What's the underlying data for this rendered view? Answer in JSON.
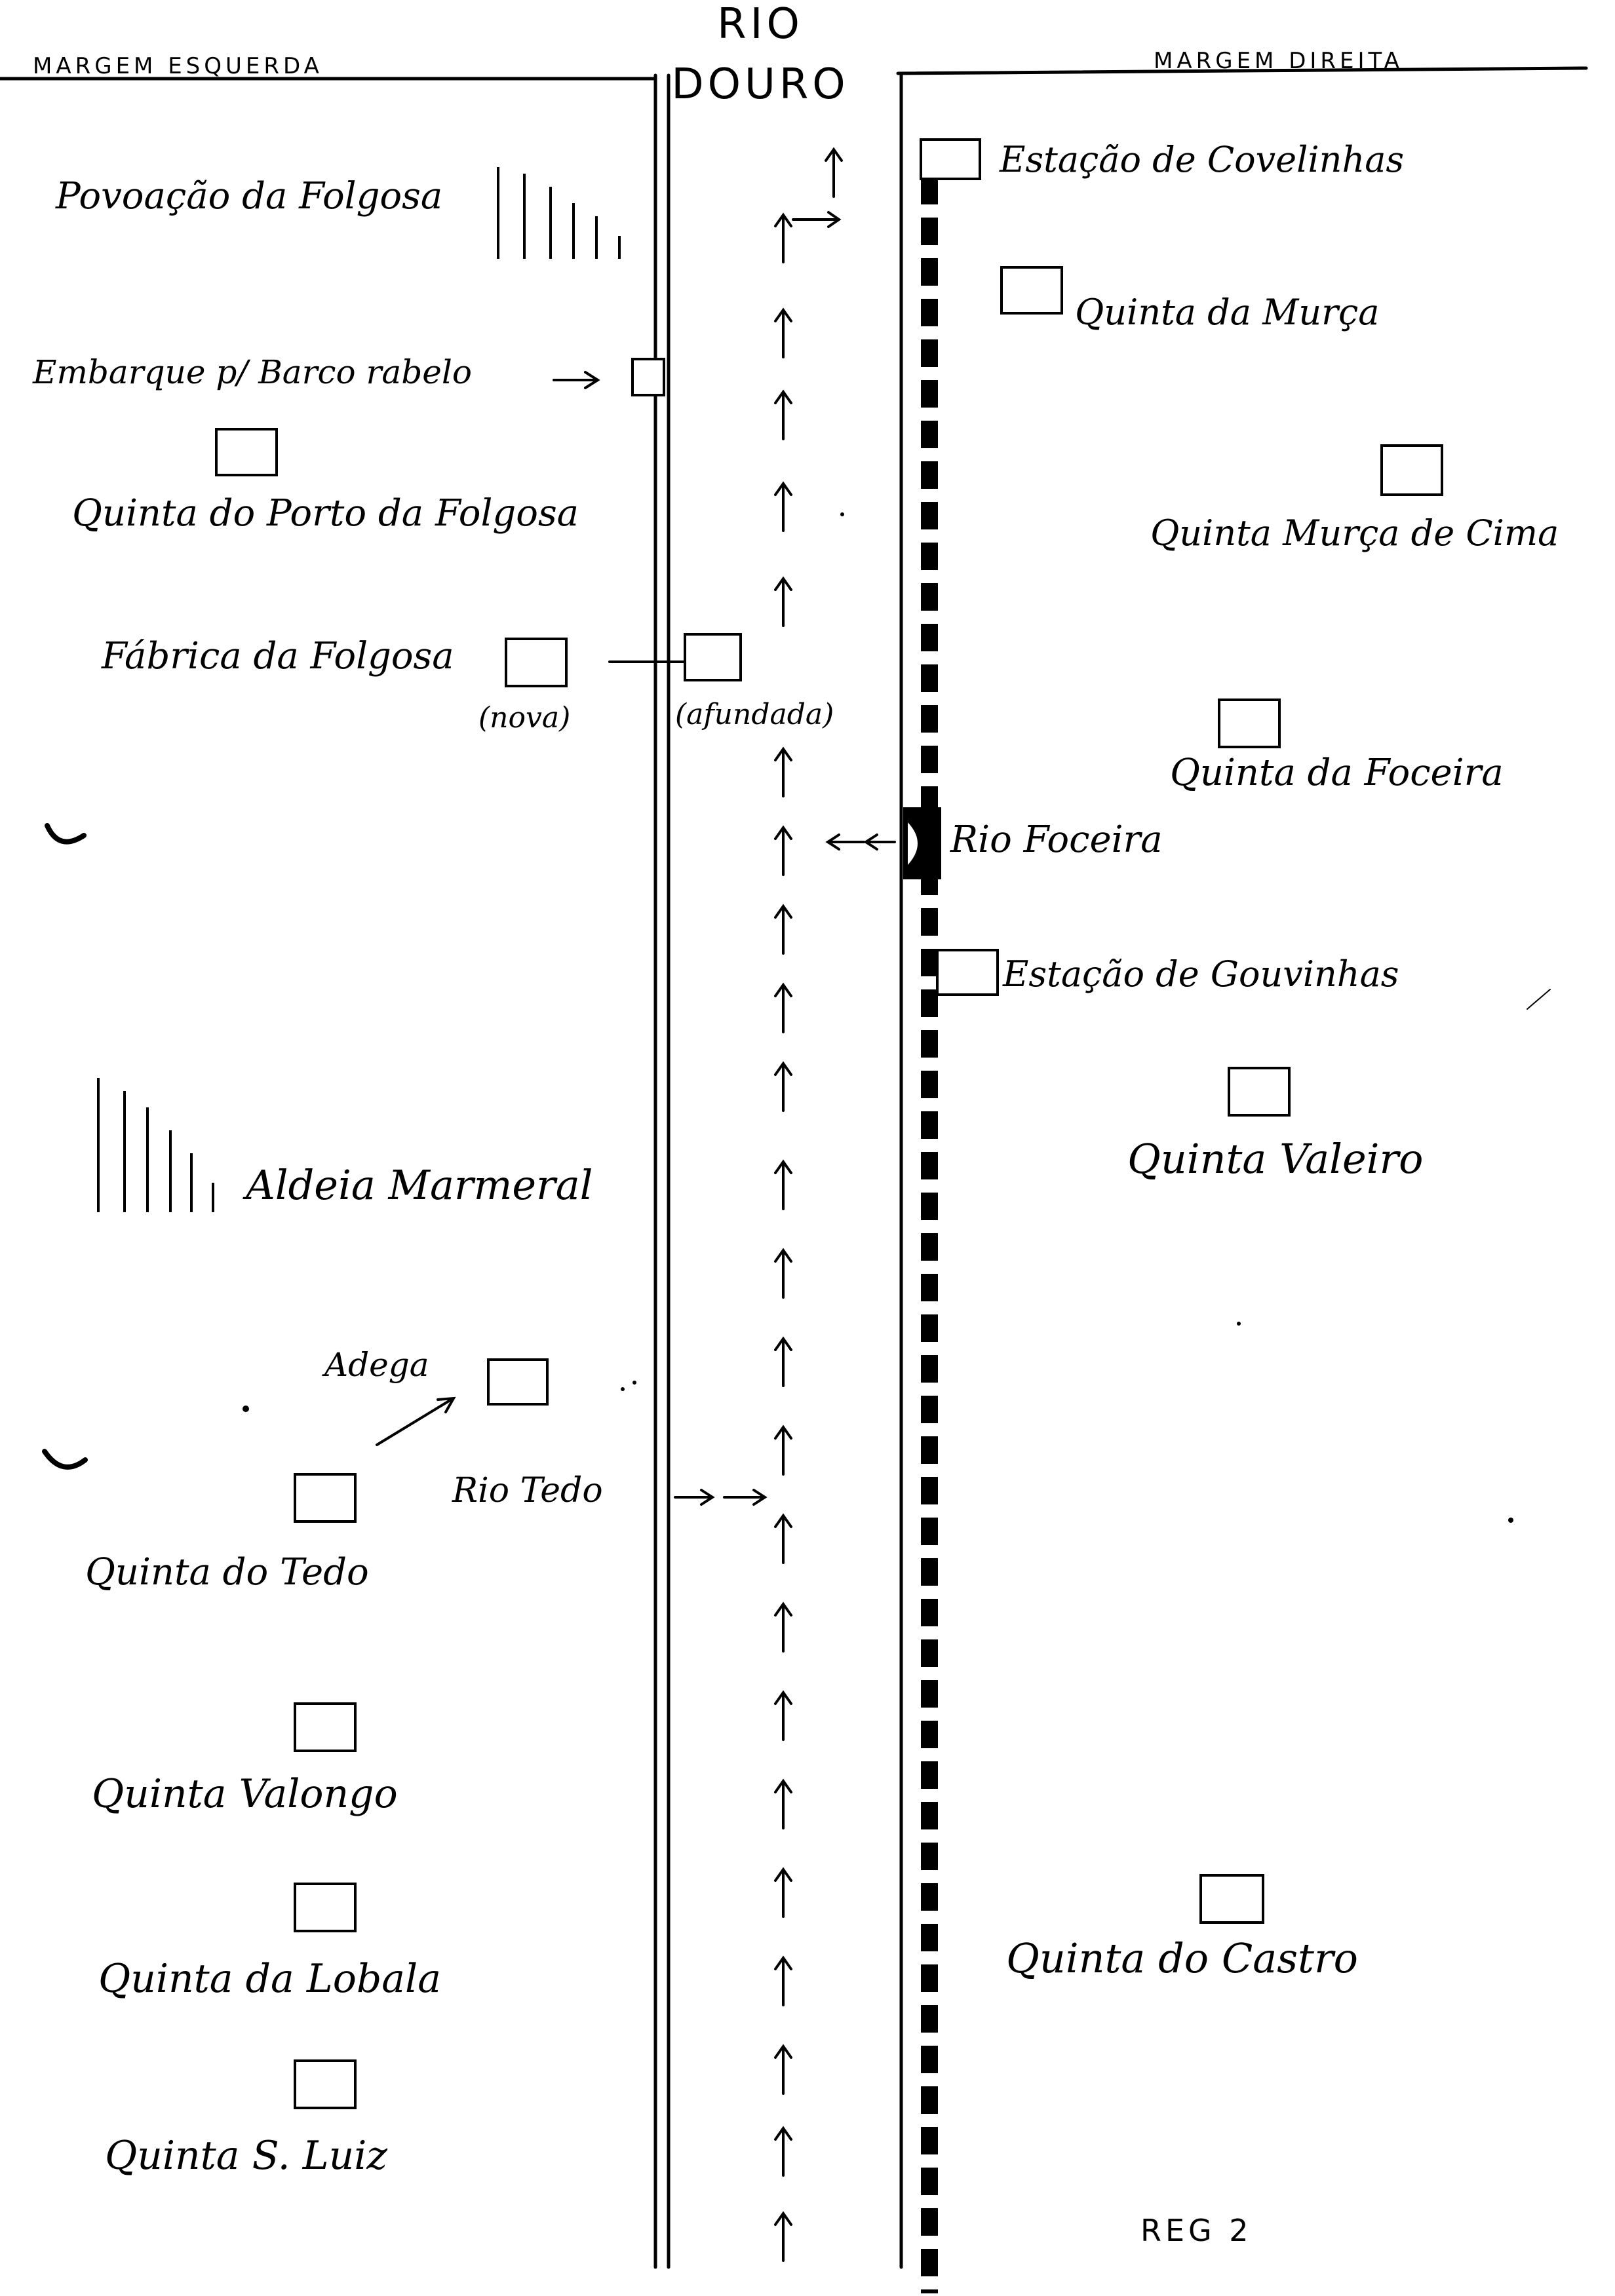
{
  "river": {
    "title_line1": "RIO",
    "title_line2": "DOURO"
  },
  "banks": {
    "left": "MARGEM ESQUERDA",
    "right": "MARGEM DIREITA"
  },
  "left_places": [
    {
      "label": "Povoação da Folgosa"
    },
    {
      "label": "Embarque p/ Barco rabelo"
    },
    {
      "label": "Quinta do Porto da Folgosa"
    },
    {
      "label": "Fábrica da Folgosa"
    },
    {
      "label": "(nova)"
    },
    {
      "label": "(afundada)"
    },
    {
      "label": "Aldeia Marmeral"
    },
    {
      "label": "Adega"
    },
    {
      "label": "Rio Tedo"
    },
    {
      "label": "Quinta do Tedo"
    },
    {
      "label": "Quinta Valongo"
    },
    {
      "label": "Quinta da Lobala"
    },
    {
      "label": "Quinta S. Luiz"
    }
  ],
  "right_places": [
    {
      "label": "Estação de Covelinhas"
    },
    {
      "label": "Quinta da Murça"
    },
    {
      "label": "Quinta Murça de Cima"
    },
    {
      "label": "Quinta da Foceira"
    },
    {
      "label": "Rio Foceira"
    },
    {
      "label": "Estação de Gouvinhas"
    },
    {
      "label": "Quinta Valeiro"
    },
    {
      "label": "Quinta do Castro"
    }
  ],
  "footer": {
    "ref": "REG 2"
  },
  "colors": {
    "ink": "#000000",
    "paper": "#ffffff"
  }
}
